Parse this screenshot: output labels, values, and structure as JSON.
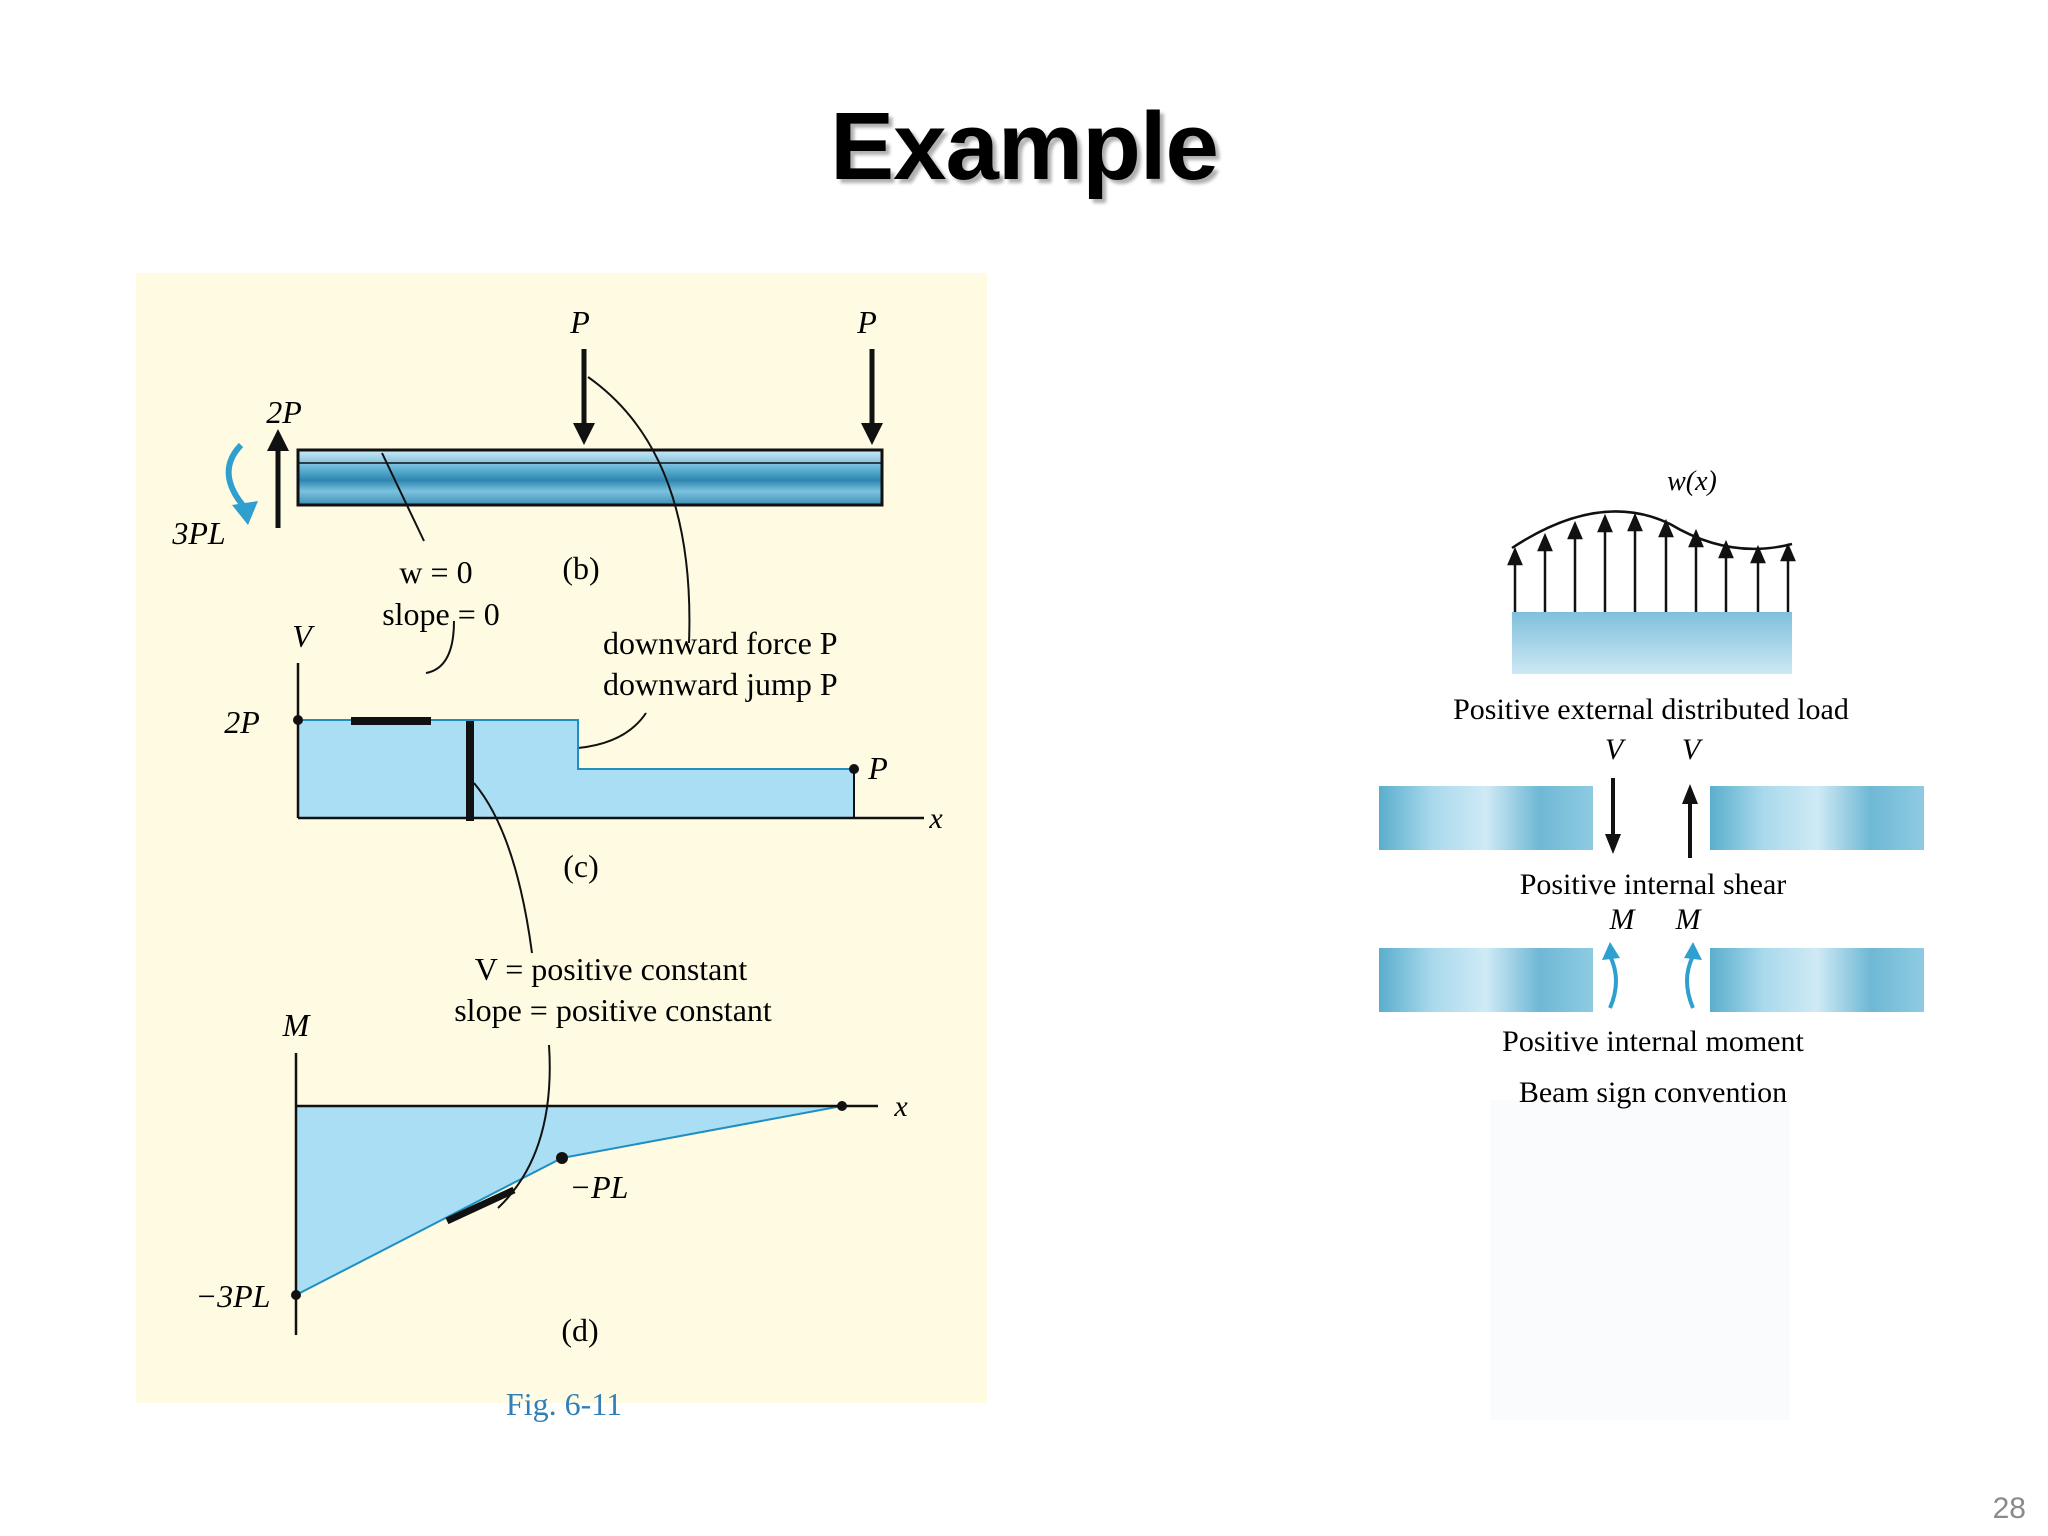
{
  "slide": {
    "title": "Example",
    "page_number": "28"
  },
  "figure_left": {
    "loads": {
      "p1": "P",
      "p2": "P",
      "reaction_force": "2P",
      "reaction_moment": "3PL"
    },
    "labels": {
      "b": "(b)",
      "c": "(c)",
      "d": "(d)"
    },
    "annotations": {
      "w_zero": "w = 0",
      "slope_zero": "slope = 0",
      "downward_force": "downward force P",
      "downward_jump": "downward jump P",
      "v_positive": "V = positive constant",
      "slope_positive": "slope = positive constant"
    },
    "shear_diagram": {
      "axis_v": "V",
      "axis_x": "x",
      "value_2p": "2P",
      "value_p": "P"
    },
    "moment_diagram": {
      "axis_m": "M",
      "axis_x": "x",
      "value_minus_pl": "−PL",
      "value_minus_3pl": "−3PL"
    },
    "caption_partial": "Fig. 6-11"
  },
  "figure_right": {
    "load_label": "w(x)",
    "distributed_load_caption": "Positive external distributed load",
    "shear_v_left": "V",
    "shear_v_right": "V",
    "shear_caption": "Positive internal shear",
    "moment_m_left": "M",
    "moment_m_right": "M",
    "moment_caption": "Positive internal moment",
    "convention_caption": "Beam sign convention"
  },
  "colors": {
    "panel_background": "#fefbe2",
    "diagram_fill": "#a9def5",
    "beam_blue": "#3f9cc2",
    "caption_blue": "#2f7fb8"
  }
}
